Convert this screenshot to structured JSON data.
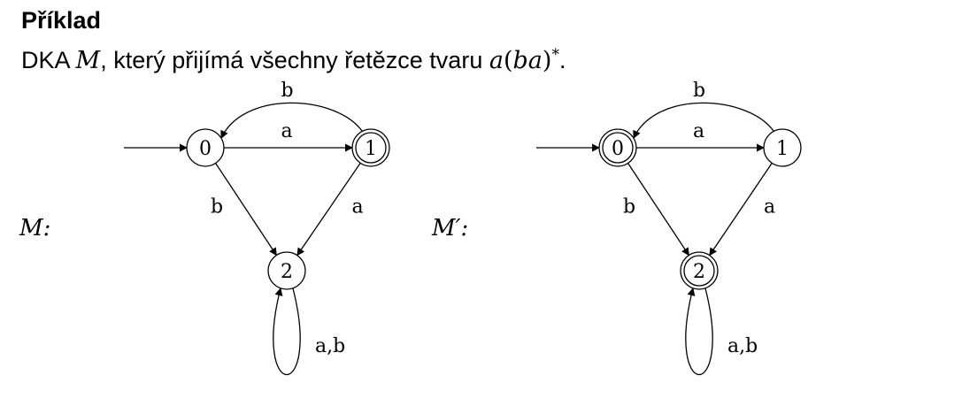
{
  "heading": "Příklad",
  "subtitle": {
    "text": "DKA ",
    "machine": "M",
    "text2": ", který přijímá všechny řetězce tvaru ",
    "regex_a": "a",
    "regex_paren_open": "(",
    "regex_ba": "ba",
    "regex_paren_close": ")",
    "regex_star": "*",
    "text3": "."
  },
  "automata": [
    {
      "label": "M:",
      "states": [
        {
          "id": "0",
          "label": "0",
          "accepting": false,
          "initial": true
        },
        {
          "id": "1",
          "label": "1",
          "accepting": true,
          "initial": false
        },
        {
          "id": "2",
          "label": "2",
          "accepting": false,
          "initial": false
        }
      ],
      "transitions": [
        {
          "from": "0",
          "to": "1",
          "label": "a"
        },
        {
          "from": "1",
          "to": "0",
          "label": "b"
        },
        {
          "from": "0",
          "to": "2",
          "label": "b"
        },
        {
          "from": "1",
          "to": "2",
          "label": "a"
        },
        {
          "from": "2",
          "to": "2",
          "label": "a,b"
        }
      ]
    },
    {
      "label": "M′:",
      "states": [
        {
          "id": "0",
          "label": "0",
          "accepting": true,
          "initial": true
        },
        {
          "id": "1",
          "label": "1",
          "accepting": false,
          "initial": false
        },
        {
          "id": "2",
          "label": "2",
          "accepting": true,
          "initial": false
        }
      ],
      "transitions": [
        {
          "from": "0",
          "to": "1",
          "label": "a"
        },
        {
          "from": "1",
          "to": "0",
          "label": "b"
        },
        {
          "from": "0",
          "to": "2",
          "label": "b"
        },
        {
          "from": "1",
          "to": "2",
          "label": "a"
        },
        {
          "from": "2",
          "to": "2",
          "label": "a,b"
        }
      ]
    }
  ]
}
